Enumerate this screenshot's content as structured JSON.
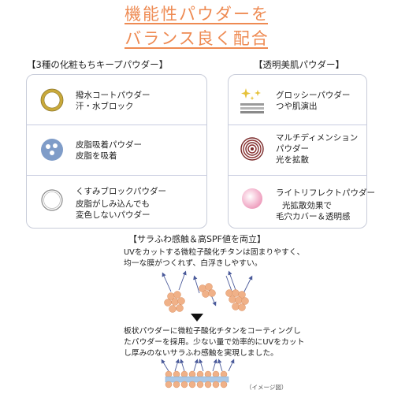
{
  "headline": {
    "line1": "機能性パウダーを",
    "line2": "バランス良く配合"
  },
  "left_group": {
    "title": "【3種の化粧もちキープパウダー】",
    "items": [
      {
        "name": "撥水コートパウダー",
        "desc": "汗・水ブロック"
      },
      {
        "name": "皮脂吸着パウダー",
        "desc": "皮脂を吸着"
      },
      {
        "name": "くすみブロックパウダー",
        "desc1": "皮脂がしみ込んでも",
        "desc2": "変色しないパウダー"
      }
    ]
  },
  "right_group": {
    "title": "【透明美肌パウダー】",
    "items": [
      {
        "name": "グロッシーパウダー",
        "desc": "つや肌演出"
      },
      {
        "name1": "マルチディメンション",
        "name2": "パウダー",
        "desc": "光を拡散"
      },
      {
        "name": "ライトリフレクトパウダー",
        "desc1": "光拡散効果で",
        "desc2": "毛穴カバー＆透明感"
      }
    ]
  },
  "bottom": {
    "title": "【サラふわ感触＆高SPF値を両立】",
    "before_1": "UVをカットする微粒子酸化チタンは固まりやすく、",
    "before_2": "均一な膜がつくれず、白浮きしやすい。",
    "after_1": "板状パウダーに微粒子酸化チタンをコーティングし",
    "after_2": "たパウダーを採用。少ない量で効率的にUVをカット",
    "after_3": "し厚みのないサラふわ感触を実現しました。",
    "note": "（イメージ図）"
  },
  "colors": {
    "accent_orange": "#ee8a52",
    "card_border": "#c8ccd9",
    "particle": "#f0b188",
    "arrow_blue": "#4a5a9a",
    "plate_blue": "#a9c8e8"
  },
  "icons": [
    "gold-ring-icon",
    "blue-dots-icon",
    "white-ring-icon",
    "sparkle-icon",
    "spiral-icon",
    "pink-sphere-icon"
  ]
}
